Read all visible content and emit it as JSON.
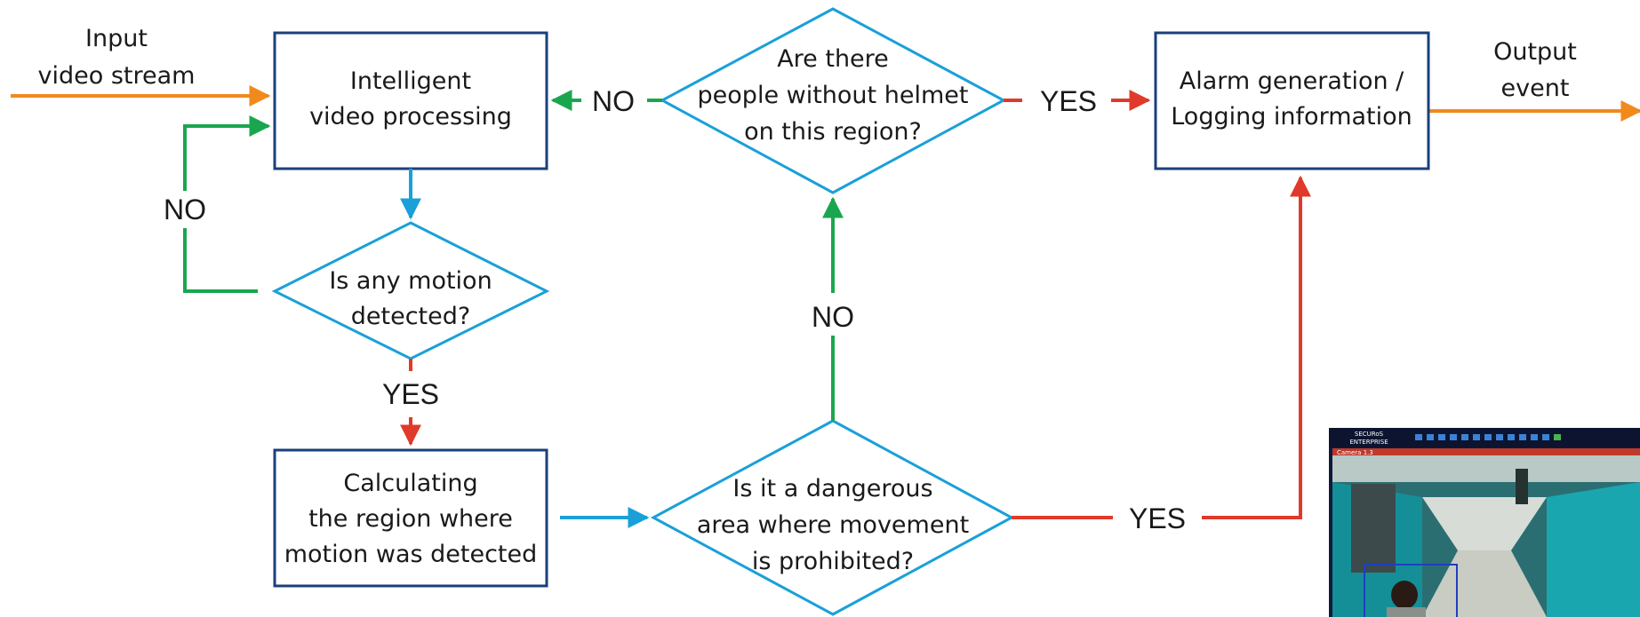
{
  "colors": {
    "box_stroke": "#1b3f7a",
    "diamond_stroke": "#1aa0d8",
    "flow_blue": "#1aa0d8",
    "no_green": "#1aa64f",
    "yes_red": "#e03a2a",
    "io_orange": "#f08a1c"
  },
  "io": {
    "input_line1": "Input",
    "input_line2": "video stream",
    "output_line1": "Output",
    "output_line2": "event"
  },
  "nodes": {
    "video_processing": [
      "Intelligent",
      "video processing"
    ],
    "motion_detected": [
      "Is any motion",
      "detected?"
    ],
    "calc_region": [
      "Calculating",
      "the region where",
      "motion was detected"
    ],
    "dangerous_area": [
      "Is it a dangerous",
      "area where movement",
      "is prohibited?"
    ],
    "helmet_check": [
      "Are there",
      "people without helmet",
      "on this region?"
    ],
    "alarm": [
      "Alarm generation /",
      "Logging information"
    ]
  },
  "labels": {
    "no_motion": "NO",
    "yes_motion": "YES",
    "no_danger": "NO",
    "yes_danger": "YES",
    "no_helmet": "NO",
    "yes_helmet": "YES"
  },
  "screenshot": {
    "brand_line1": "SECURoS",
    "brand_line2": "ENTERPRISE",
    "tab": "Camera 1.3"
  }
}
